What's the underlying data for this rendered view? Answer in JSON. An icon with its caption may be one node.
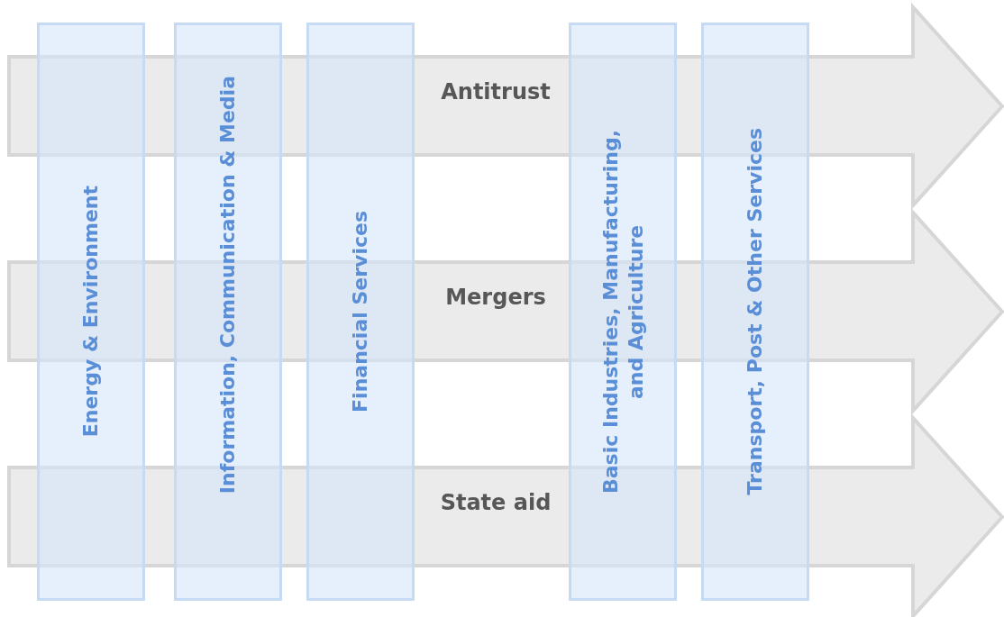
{
  "diagram": {
    "nodes": [
      {
        "text": [
          "Antitrust"
        ]
      },
      {
        "text": [
          "Mergers"
        ]
      },
      {
        "text": [
          "State aid"
        ]
      },
      {
        "text": [
          "Energy & Environment"
        ]
      },
      {
        "text": [
          "Information, Communication & Media"
        ]
      },
      {
        "text": [
          "Financial Services"
        ]
      },
      {
        "text": [
          "Basic Industries, Manufacturing, and Agriculture"
        ]
      },
      {
        "text": [
          "Transport, Post & Other Services"
        ]
      }
    ]
  }
}
